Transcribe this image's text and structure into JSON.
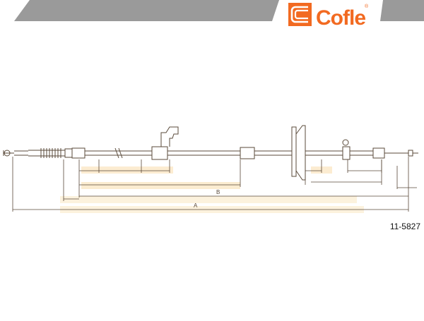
{
  "brand": {
    "name": "Cofle",
    "registered_mark": "®",
    "color_orange": "#f26a21",
    "color_band": "#9a9a9a"
  },
  "drawing": {
    "part_number": "11-5827",
    "dimension_labels": {
      "A": "A",
      "B": "B"
    },
    "line_color": "#5a4a3a",
    "accent_color": "#e8a33c"
  }
}
